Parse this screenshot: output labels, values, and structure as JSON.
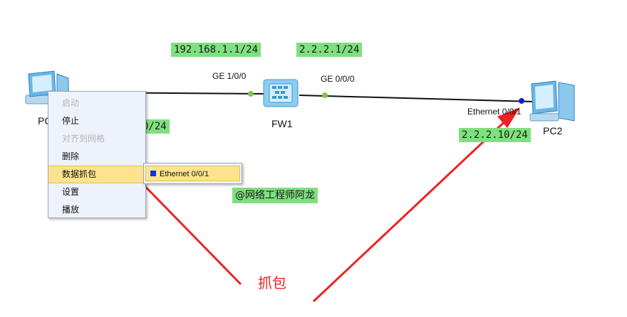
{
  "topology": {
    "labels": {
      "fw_left_ip": "192.168.1.1/24",
      "fw_right_ip": "2.2.2.1/24",
      "pc1_ip_partial": "0/24",
      "pc2_ip": "2.2.2.10/24"
    },
    "ports": {
      "fw_left": "GE 1/0/0",
      "fw_right": "GE 0/0/0",
      "pc2_port": "Ethernet 0/0/1"
    },
    "devices": {
      "pc1_partial": "PC",
      "firewall": "FW1",
      "pc2": "PC2"
    },
    "colors": {
      "tag_bg": "#7fe07f",
      "link": "#111111",
      "port_dot": "#7dc84a",
      "pc2_dot": "#1a1ad0",
      "arrow": "#ee2222"
    }
  },
  "context_menu": {
    "items": [
      {
        "label": "启动",
        "enabled": false
      },
      {
        "label": "停止",
        "enabled": true
      },
      {
        "label": "对齐到网格",
        "enabled": false
      },
      {
        "label": "删除",
        "enabled": true
      },
      {
        "label": "数据抓包",
        "enabled": true,
        "highlighted": true
      },
      {
        "label": "设置",
        "enabled": true
      },
      {
        "label": "播放",
        "enabled": true
      }
    ],
    "submenu": {
      "item": "Ethernet 0/0/1"
    }
  },
  "watermark": "@网络工程师阿龙",
  "annotation": "抓包"
}
